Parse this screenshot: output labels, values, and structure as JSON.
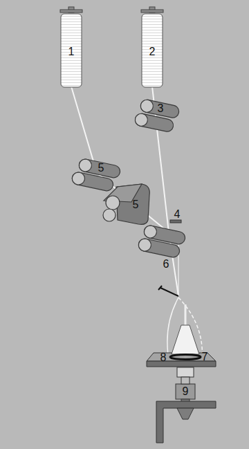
{
  "diagram": {
    "labels": [
      "1",
      "2",
      "3",
      "5",
      "5",
      "4",
      "6",
      "8",
      "7",
      "9"
    ]
  }
}
